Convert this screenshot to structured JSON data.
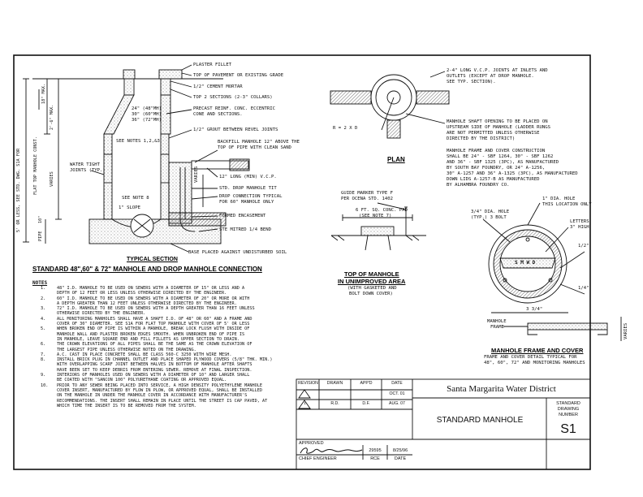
{
  "left_callouts": {
    "plaster_fillet": "PLASTER FILLET",
    "top_pavement": "TOP OF PAVEMENT OR EXISTING GRADE",
    "cement_mortar": "1/2\" CEMENT MORTAR",
    "top_sections": "TOP 2 SECTIONS (2-3\" COLLARS)",
    "size_48": "24\" (48\"MH)",
    "size_60": "30\" (60\"MH)",
    "size_72": "36\" (72\"MH)",
    "precast": "PRECAST REINF. CONC. ECCENTRIC",
    "cone": "CONE AND SECTIONS.",
    "grout": "1/2\" GROUT BETWEEN REVEL JOINTS",
    "see_notes": "SEE NOTES 1,2,&3",
    "backfill_1": "BACKFILL MANHOLE 12\" ABOVE THE",
    "backfill_2": "TOP OF PIPE WITH CLEAN SAND",
    "water_tight_1": "WATER TIGHT",
    "water_tight_2": "JOINTS (TYP.)",
    "long_vcp": "12\" LONG (MIN) V.C.P.",
    "std_drop": "STD. DROP MANHOLE TIT",
    "drop_conn_1": "DROP CONNECTION TYPICAL",
    "drop_conn_2": "FOR 60\" MANHOLE ONLY",
    "see_note_8": "SEE NOTE 8",
    "slope": "1\" SLOPE",
    "formed": "FORMED ENCASEMENT",
    "ste_mitred": "STE MITRED 1/4 BEND",
    "base_placed": "BASE PLACED AGAINST UNDISTURBED SOIL",
    "varies": "VARIES",
    "fill": "PIPE"
  },
  "left_dims": {
    "vert_main": "5' OR LESS, SEE STD. DWG. S1A FOR",
    "vert_main_2": "FLAT TOP MANHOLE CONST.",
    "vert_18": "18\" MAX.",
    "vert_24": "2'-6\" MAX.",
    "vert_varies": "VARIES",
    "vert_10": "10\"",
    "vert_pipe": "PIPE"
  },
  "left_captions": {
    "typical_section": "TYPICAL SECTION",
    "main_title": "STANDARD 48\",60\" & 72\" MANHOLE AND DROP MANHOLE CONNECTION"
  },
  "plan": {
    "callout_1": "2-4\" LONG V.C.P. JOINTS AT INLETS AND",
    "callout_1b": "OUTLETS (EXCEPT AT DROP MANHOLE.",
    "callout_1c": "SEE TYP. SECTION).",
    "callout_2": "MANHOLE SHAFT OPENING TO BE PLACED ON",
    "callout_2b": "UPSTREAM SIDE OF MANHOLE (LADDER RUNGS",
    "callout_2c": "ARE NOT PERMITTED UNLESS OTHERWISE",
    "callout_2d": "DIRECTED BY THE DISTRICT)",
    "callout_3": "MANHOLE FRAME AND COVER CONSTRUCTION",
    "callout_3b": "SHALL BE 24\" - SBF 1264, 30\" - SBF 1262",
    "callout_3c": "AND 36\" - SBF 1325 (3PC), AS MANUFACTURED",
    "callout_3d": "BY SOUTH BAY FOUNDRY, OR 24\" A-1256,",
    "callout_3e": "30\" A-1257 AND 36\" A-1325 (3PC), AS MANUFACTURED",
    "callout_3f": "DOWN LIDS A-1257-B AS MANUFACTURED",
    "callout_3g": "BY ALHAMBRA FOUNDRY CO.",
    "radius": "R = 2 X D",
    "title": "PLAN"
  },
  "top_of_manhole": {
    "callout_1": "GUIDE MARKER TYPE F",
    "callout_1b": "PER OCENA STD. 1402",
    "slab": "6 FT. SQ. CONC. PAD",
    "see_note": "(SEE NOTE 7)",
    "title_1": "TOP OF MANHOLE",
    "title_2": "IN UNIMPROVED AREA",
    "sub_1": "(WITH GASKETED AND",
    "sub_2": "BOLT DOWN COVER)"
  },
  "frame_cover": {
    "hole_note_1": "1\" DIA. HOLE",
    "hole_note_2": "THIS LOCATION ONLY",
    "dia_hole_1": "3/4\" DIA. HOLE",
    "dia_hole_2": "(TYP.) 3 BOLT",
    "letters_1": "LETTERS",
    "letters_2": "3\" HIGH",
    "cover_letters": "S M W D",
    "dim_half": "1/2\"",
    "dim_quarter": "1/4\"",
    "dim_34": "3 3/4\"",
    "manhole_frame_1": "MANHOLE",
    "manhole_frame_2": "FRAME",
    "varies": "VARIES",
    "title": "MANHOLE FRAME AND COVER",
    "sub_1": "FRAME AND COVER DETAIL TYPICAL FOR",
    "sub_2": "48\", 60\", 72\" AND MONITORING MANHOLES"
  },
  "notes": {
    "heading": "NOTES",
    "items": [
      {
        "num": "1.",
        "text": "48\" I.D. MANHOLE TO BE USED ON SEWERS WITH A DIAMETER OF 15\" OR LESS AND A\nDEPTH OF 12 FEET OR LESS UNLESS OTHERWISE DIRECTED BY THE ENGINEER."
      },
      {
        "num": "2.",
        "text": "60\" I.D. MANHOLE TO BE USED ON SEWERS WITH A DIAMETER OF 20\" OR MORE OR WITH\nA DEPTH GREATER THAN 12 FEET UNLESS OTHERWISE DIRECTED BY THE ENGINEER."
      },
      {
        "num": "3.",
        "text": "72\" I.D. MANHOLE TO BE USED ON SEWERS WITH A DEPTH GREATER THAN 16 FEET UNLESS\nOTHERWISE DIRECTED BY THE ENGINEER."
      },
      {
        "num": "4.",
        "text": "ALL MONITORING MANHOLES SHALL HAVE A SHAFT I.D. OF 48\" OR 60\" AND A FRAME AND\nCOVER OF 30\" DIAMETER. SEE S1A FOR FLAT TOP MANHOLE WITH COVER OF 5' OR LESS"
      },
      {
        "num": "5.",
        "text": "WHEN BROKEN END OF PIPE IS WITHIN A MANHOLE, BREAK LOCK FLUSH WITH INSIDE OF\nMANHOLE WALL AND PLASTER BROKEN EDGES SMOOTH. WHEN UNBROKEN END OF PIPE IS\nIN MANHOLE, LEAVE SQUARE END AND FILL FILLETS AS UPPER SECTION TO DRAIN."
      },
      {
        "num": "6.",
        "text": "THE CROWN ELEVATIONS OF ALL PIPES SHALL BE THE SAME AS THE CROWN ELEVATION OF\nTHE LARGEST PIPE UNLESS OTHERWISE NOTED ON THE DRAWING."
      },
      {
        "num": "7.",
        "text": "A.C. CAST IN PLACE CONCRETE SHALL BE CLASS 560-C 3250 WITH WIRE MESH."
      },
      {
        "num": "8.",
        "text": "INSTALL BRICK PLUG IN CHANNEL OUTLET AND PLACE SHAPED PLYWOOD COVERS (5/8\" THK. MIN.)\nWITH OVERLAPPING SCARF JOINT BETWEEN HALVES IN BOTTOM OF MANHOLE AFTER SHAFTS\nHAVE BEEN SET TO KEEP DEBRIS FROM ENTERING SEWER. REMOVE AT FINAL INSPECTION."
      },
      {
        "num": "9.",
        "text": "INTERIORS OF MANHOLES USED ON SEWERS WITH A DIAMETER OF 10\" AND LARGER SHALL\nBE COATED WITH \"SANCON 100\" POLYURETHANE COATING OR APPROVED EQUAL."
      },
      {
        "num": "10.",
        "text": "PRIOR TO ANY SEWER BEING PLACED INTO SERVICE, A HIGH DENSITY POLYETHYLENE MANHOLE\nCOVER INSERT, MANUFACTURED BY FLOW IN PLOW, OR APPROVED EQUAL, SHALL BE INSTALLED\nON THE MANHOLE IN UNDER THE MANHOLE COVER IN ACCORDANCE WITH MANUFACTURER'S\nRECOMMENDATIONS. THE INSERT SHALL REMAIN IN PLACE UNTIL THE STREET IS CAP PAVED, AT\nWHICH TIME THE INSERT IS TO BE REMOVED FROM THE SYSTEM."
      }
    ]
  },
  "title_block": {
    "revision_headers": [
      "REVISION",
      "DRAWN",
      "APP'D",
      "DATE"
    ],
    "revisions": [
      {
        "mark": "",
        "drawn": "",
        "appd": "",
        "date": "OCT. 01"
      },
      {
        "mark": "1",
        "drawn": "R.D.",
        "appd": "D.F.",
        "date": "AUG. 07"
      }
    ],
    "district": "Santa Margarita Water District",
    "approved": "APPROVED",
    "rce": "29595",
    "approved_date": "8/25/96",
    "chief_engineer": "CHIEF ENGINEER",
    "rce_label": "RCE",
    "date_label": "DATE",
    "drawing_title": "STANDARD MANHOLE",
    "std_label_1": "STANDARD",
    "std_label_2": "DRAWING",
    "std_label_3": "NUMBER",
    "drawing_number": "S1"
  },
  "colors": {
    "ink": "#111111",
    "hatch": "#555555"
  }
}
